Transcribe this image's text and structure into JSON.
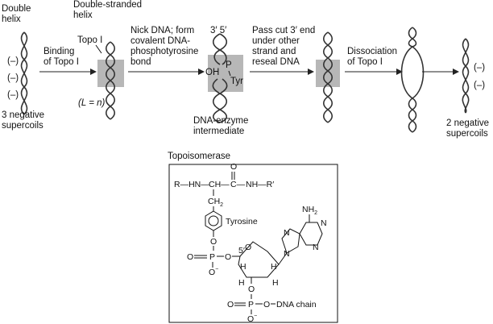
{
  "colors": {
    "enzyme_box": "#b7b7b7",
    "strand": "#333333",
    "ink": "#111111"
  },
  "labels": {
    "double_helix": [
      "Double",
      "helix"
    ],
    "neg_supercoils_3": [
      "3 negative",
      "supercoils"
    ],
    "minus_sign": "(–)",
    "binding": [
      "Binding",
      "of Topo I"
    ],
    "double_stranded": [
      "Double-stranded",
      "helix"
    ],
    "topo_i": "Topo I",
    "l_equals_n": "(L = n)",
    "nick": [
      "Nick DNA; form",
      "covalent DNA-",
      "phosphotyrosine",
      "bond"
    ],
    "three_five": "3′ 5′",
    "oh": "OH",
    "p": "P",
    "tyr": "Tyr",
    "intermediate": [
      "DNA-enzyme",
      "intermediate"
    ],
    "pass_cut": [
      "Pass cut 3′ end",
      "under other",
      "strand and",
      "reseal DNA"
    ],
    "dissociation": [
      "Dissociation",
      "of Topo I"
    ],
    "neg_supercoils_2": [
      "2 negative",
      "supercoils"
    ],
    "topoisomerase": "Topoisomerase"
  },
  "chem": {
    "r_hn": "R—HN—",
    "ch": "CH—",
    "c": "C—",
    "nh_r": "NH—R′",
    "o_carbonyl": "O",
    "ch2": "CH",
    "ch2_sub": "2",
    "tyrosine": "Tyrosine",
    "nh2": "NH",
    "nh2_sub": "2",
    "o": "O",
    "p": "P",
    "o_eq_p": "O",
    "o_minus": "O",
    "minus": "−",
    "five_prime": "5′",
    "h": "H",
    "n": "N",
    "dna_chain": "DNA chain"
  }
}
